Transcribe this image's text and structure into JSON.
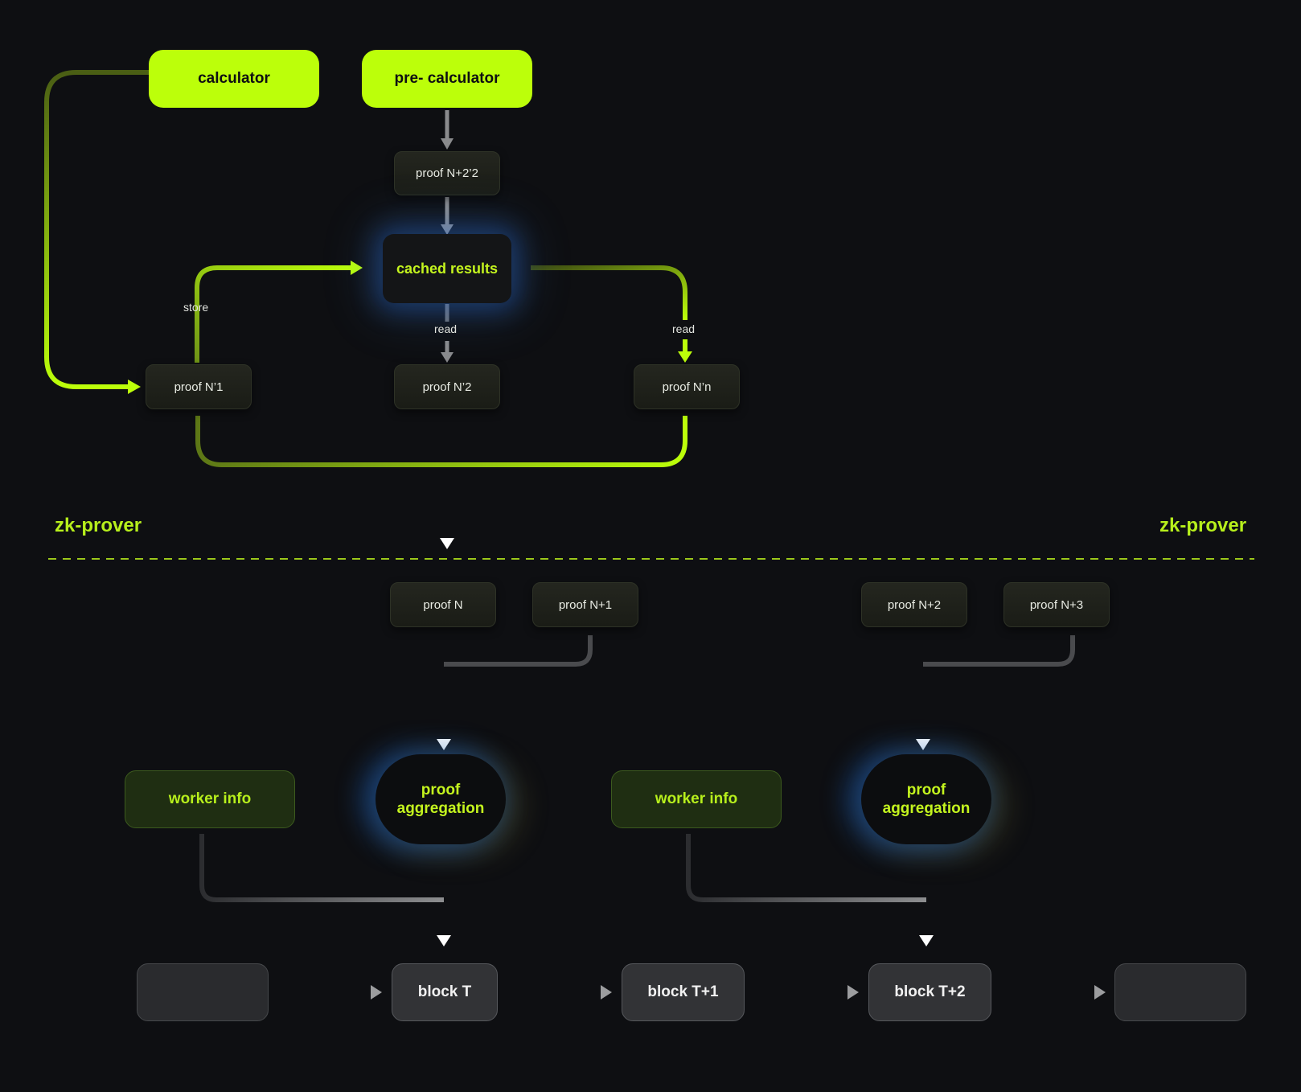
{
  "top": {
    "calculator": "calculator",
    "pre_calculator": "pre- calculator",
    "proof_n2_2": "proof N+2’2",
    "cached_results": "cached results",
    "store_label": "store",
    "read_label_1": "read",
    "read_label_2": "read",
    "proof_n1": "proof N’1",
    "proof_n2": "proof N’2",
    "proof_nn": "proof N’n"
  },
  "divider": {
    "left_label": "zk-prover",
    "right_label": "zk-prover"
  },
  "bottom": {
    "proof_n": "proof N",
    "proof_n_plus_1": "proof N+1",
    "proof_n_plus_2": "proof N+2",
    "proof_n_plus_3": "proof N+3",
    "worker_info_1": "worker info",
    "worker_info_2": "worker info",
    "aggregation_1": "proof aggregation",
    "aggregation_2": "proof aggregation",
    "block_t": "block T",
    "block_t1": "block T+1",
    "block_t2": "block T+2"
  },
  "colors": {
    "background": "#0e0f12",
    "accent_lime": "#bcff0a",
    "dark_lime": "#4d6613",
    "wire_gray": "#8a8b8d"
  }
}
